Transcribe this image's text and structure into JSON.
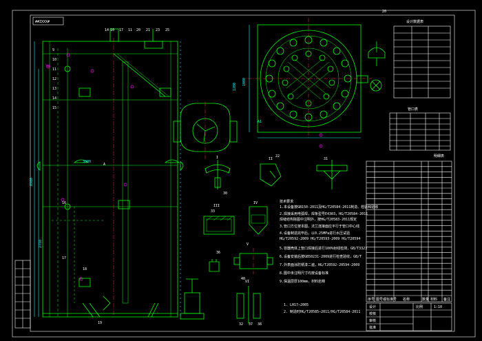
{
  "drawing": {
    "sheet_id": "20",
    "corner_box": "##ZXXX#",
    "view_label": "A",
    "dim_height_left": "8980",
    "dim_main": "3800",
    "dim_mid": "2710",
    "dim_right_a": "1000",
    "dim_right_b": "1200",
    "dim_ring": "A1",
    "left_title": "Y4"
  },
  "top_callouts": [
    "14",
    "10",
    "17",
    "11",
    "20",
    "21",
    "23",
    "25"
  ],
  "left_callouts": [
    "9",
    "10",
    "11",
    "12",
    "13",
    "14",
    "15",
    "16",
    "17",
    "18",
    "19"
  ],
  "section_labels": [
    "I",
    "II",
    "III",
    "IV",
    "V",
    "VI"
  ],
  "detail_callouts": [
    "30",
    "22",
    "31",
    "33",
    "40",
    "32",
    "37",
    "38",
    "36"
  ],
  "notes": {
    "heading": "技术要求",
    "lines": [
      "1.本设备按GB150-2011及HG/T20584-2011制造、检验和验收",
      "2.焊接采用电弧焊，焊条型号E4303，HG/T20584-2011",
      "  焊缝结构除图中注明外，按HG/T20583-2011规定",
      "3.管口方位按本图，法兰连接面应平行于管口中心线",
      "4.设备制造完毕后，以0.25MPa进行水压试验",
      "  HG/T20592-2009  HG/T20593-2009  HG/T20594",
      "5.容器壳体上管口焊接后进行100%射线检测，GB/T3323",
      "6.设备安装后按GB50231-2009进行检查验收，GB/T",
      "7.外表面涂防锈漆二遍，HG/T20592-20594-2009",
      "8.图中未注明尺寸均按设备标准",
      "9.保温层厚100mm，材料岩棉"
    ],
    "foot": [
      "1. LH17—2005",
      "2. 制造时HG/T20585—2011/HG/T20584-2011"
    ]
  },
  "tables": {
    "design_data_title": "设计数据表",
    "nozzle_title": "管口表",
    "parts_title": "明细表",
    "parts_header": [
      "序号",
      "图号或标准号",
      "名称",
      "数量",
      "材料",
      "备注"
    ],
    "title_block": [
      "设计",
      "校核",
      "审核",
      "批准",
      "比例",
      "1:10"
    ]
  },
  "colors": {
    "background": "#000000",
    "main_line": "#00ff00",
    "text": "#ffffff",
    "callout": "#ff00ff",
    "dimension": "#00ffff",
    "center_line": "#ff3030"
  }
}
